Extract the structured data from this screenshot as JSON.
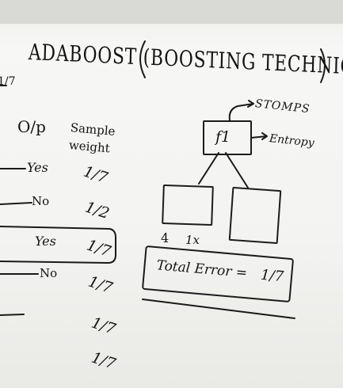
{
  "title": "ADABOOST (BOOSTING TECHNIQUE)",
  "margin_frac": "1/7",
  "headers": {
    "output": "O/p",
    "sample_weight": "Sample weight"
  },
  "rows": [
    {
      "op": "Yes",
      "weight": "1/7"
    },
    {
      "op": "No",
      "weight": "1/2"
    },
    {
      "op": "Yes",
      "weight": "1/7"
    },
    {
      "op": "No",
      "weight": "1/7"
    },
    {
      "op": "",
      "weight": "1/7"
    },
    {
      "op": "",
      "weight": "1/7"
    }
  ],
  "stump": {
    "node": "f1",
    "stumps_note": "STOMPS",
    "entropy_note": "Entropy",
    "leaf_counts": [
      "4",
      "1x"
    ]
  },
  "total_error": {
    "label": "Total Error =",
    "value": "1/7"
  }
}
